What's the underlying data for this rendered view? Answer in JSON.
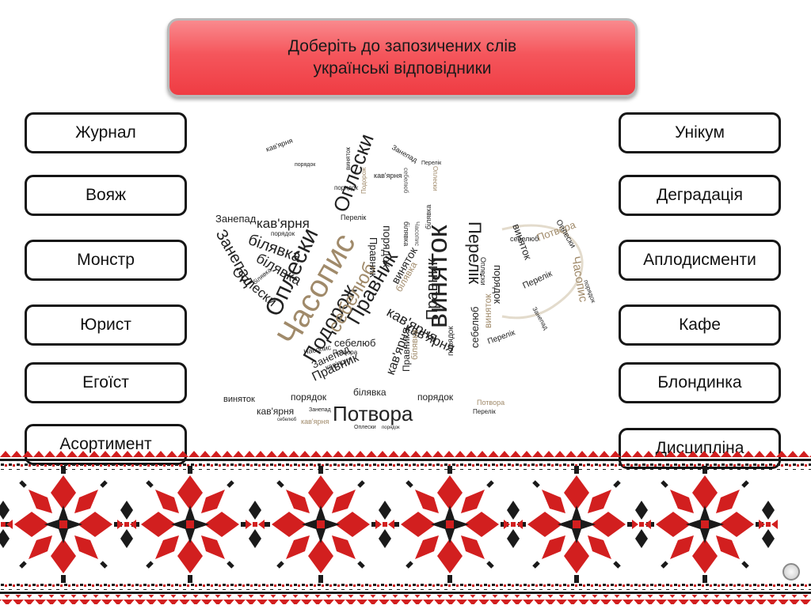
{
  "title": {
    "line1": "Доберіть до запозичених слів",
    "line2": "українські відповідники"
  },
  "left_words": [
    "Журнал",
    "Вояж",
    "Монстр",
    "Юрист",
    "Егоїст",
    "Асортимент"
  ],
  "right_words": [
    "Унікум",
    "Деградація",
    "Аплодисменти",
    "Кафе",
    "Блондинка",
    "Дисципліна"
  ],
  "word_cloud": [
    "Часопис",
    "виняток",
    "Подорож",
    "Оплески",
    "Правник",
    "себелюб",
    "білявка",
    "Потвора",
    "Занепад",
    "кав'ярня",
    "Перелік",
    "порядок"
  ],
  "colors": {
    "title_red": "#f5565c",
    "embroidery_red": "#d21f1f",
    "embroidery_black": "#1a1a1a",
    "cloud_brown": "#a08a6a"
  }
}
